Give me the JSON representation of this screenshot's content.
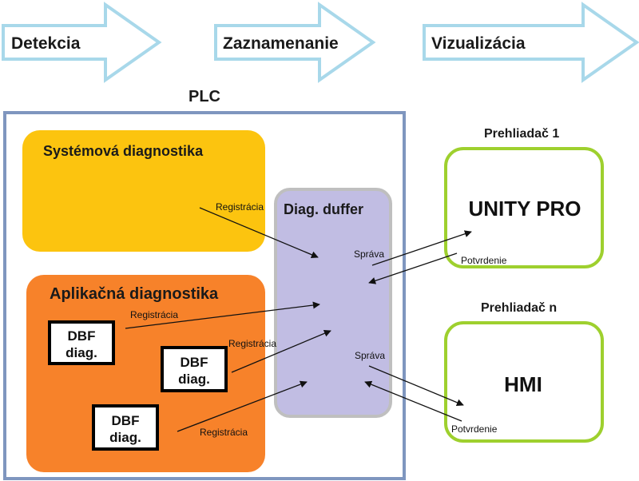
{
  "process_steps": [
    "Detekcia",
    "Zaznamenanie",
    "Vizualizácia"
  ],
  "plc": {
    "title": "PLC",
    "system_diag": "Systémová diagnostika",
    "app_diag": "Aplikačná diagnostika",
    "buffer": "Diag. duffer",
    "dbf_line1": "DBF",
    "dbf_line2": "diag."
  },
  "viewers": {
    "viewer1_label": "Prehliadač 1",
    "viewer1_name": "UNITY PRO",
    "viewern_label": "Prehliadač n",
    "viewern_name": "HMI"
  },
  "flow_labels": {
    "registration": "Registrácia",
    "message": "Správa",
    "confirmation": "Potvrdenie"
  },
  "colors": {
    "process_arrow_stroke": "#a8d8ea",
    "plc_border": "#7f96bf",
    "system_diag_fill": "#fcc40f",
    "app_diag_fill": "#f7822a",
    "buffer_fill": "#c1bde3",
    "buffer_border": "#bfbfbf",
    "viewer_border": "#9ed02e"
  }
}
